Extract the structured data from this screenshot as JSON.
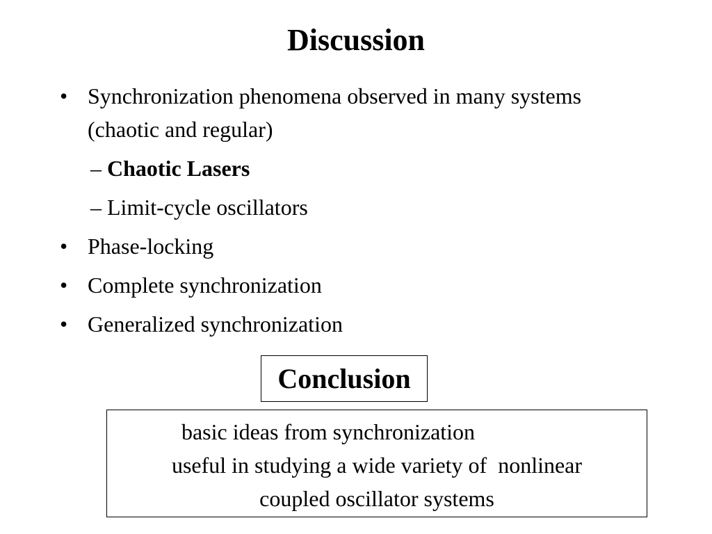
{
  "slide": {
    "title": "Discussion",
    "bullets": [
      {
        "marker": "•",
        "text": "Synchronization phenomena observed in many systems (chaotic and regular)",
        "sub": [
          {
            "marker": "–",
            "text": "Chaotic Lasers",
            "bold": true
          },
          {
            "marker": "–",
            "text": "Limit-cycle oscillators",
            "bold": false
          }
        ]
      },
      {
        "marker": "•",
        "text": "Phase-locking"
      },
      {
        "marker": "•",
        "text": "Complete synchronization"
      },
      {
        "marker": "•",
        "text": "Generalized synchronization"
      }
    ],
    "conclusion_heading": "Conclusion",
    "summary_lines": [
      "basic ideas from synchronization",
      "useful in studying a wide variety of  nonlinear",
      "coupled oscillator systems"
    ]
  }
}
